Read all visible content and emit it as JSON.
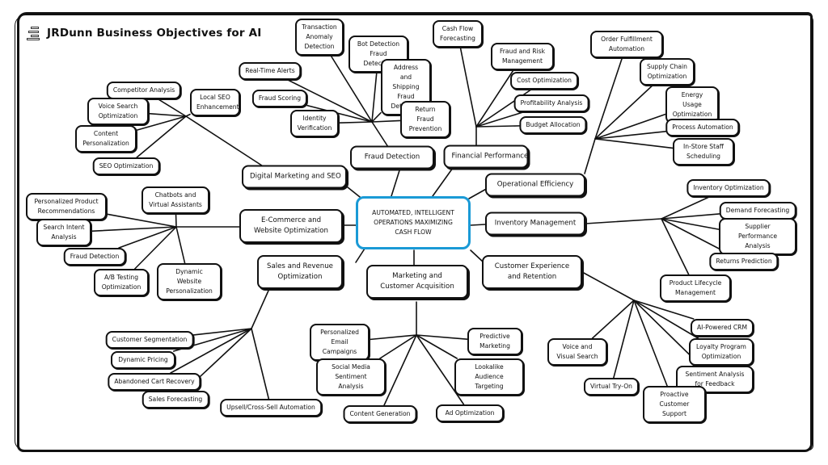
{
  "title": "JRDunn Business Objectives for AI",
  "title_icon": "stacked-bars-icon",
  "center": "AUTOMATED, INTELLIGENT OPERATIONS MAXIMIZING CASH FLOW",
  "center_color": "#1a9ad6",
  "categories": {
    "digital_marketing": {
      "label": "Digital Marketing and SEO",
      "items": [
        "Competitor Analysis",
        "Local SEO Enhancement",
        "Voice Search Optimization",
        "Content Personalization",
        "SEO Optimization"
      ]
    },
    "fraud_detection": {
      "label": "Fraud Detection",
      "items": [
        "Transaction Anomaly Detection",
        "Bot Detection Fraud Detection",
        "Real-Time Alerts",
        "Address and Shipping Fraud Detection",
        "Fraud Scoring",
        "Identity Verification",
        "Return Fraud Prevention"
      ]
    },
    "financial_performance": {
      "label": "Financial Performance",
      "items": [
        "Cash Flow Forecasting",
        "Fraud and Risk Management",
        "Cost Optimization",
        "Profitability Analysis",
        "Budget Allocation"
      ]
    },
    "operational_efficiency": {
      "label": "Operational Efficiency",
      "items": [
        "Order Fulfillment Automation",
        "Supply Chain Optimization",
        "Energy Usage Optimization",
        "Process Automation",
        "In-Store Staff Scheduling"
      ]
    },
    "ecommerce": {
      "label": "E-Commerce and Website Optimization",
      "items": [
        "Personalized Product Recommendations",
        "Chatbots and Virtual Assistants",
        "Search Intent Analysis",
        "Fraud Detection",
        "A/B Testing Optimization",
        "Dynamic Website Personalization"
      ]
    },
    "inventory": {
      "label": "Inventory Management",
      "items": [
        "Inventory Optimization",
        "Demand Forecasting",
        "Supplier Performance Analysis",
        "Returns Prediction",
        "Product Lifecycle Management"
      ]
    },
    "sales": {
      "label": "Sales and Revenue Optimization",
      "items": [
        "Customer Segmentation",
        "Dynamic Pricing",
        "Abandoned Cart Recovery",
        "Sales Forecasting",
        "Upsell/Cross-Sell Automation"
      ]
    },
    "marketing": {
      "label": "Marketing and Customer Acquisition",
      "items": [
        "Personalized Email Campaigns",
        "Predictive Marketing",
        "Social Media Sentiment Analysis",
        "Lookalike Audience Targeting",
        "Content Generation",
        "Ad Optimization"
      ]
    },
    "customer_experience": {
      "label": "Customer Experience and Retention",
      "items": [
        "AI-Powered CRM",
        "Voice and Visual Search",
        "Loyalty Program Optimization",
        "Sentiment Analysis for Feedback",
        "Virtual Try-On",
        "Proactive Customer Support"
      ]
    }
  }
}
